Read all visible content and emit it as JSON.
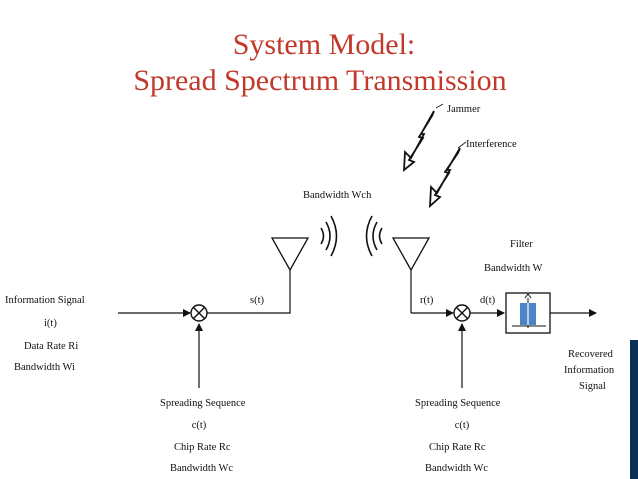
{
  "title_line1": "System Model:",
  "title_line2": "Spread Spectrum Transmission",
  "labels": {
    "jammer": "Jammer",
    "interference": "Interference",
    "bandwidth_wch": "Bandwidth Wch",
    "filter": "Filter",
    "bandwidth_w": "Bandwidth W",
    "info_signal": "Information Signal",
    "i_t": "i(t)",
    "data_rate": "Data Rate Ri",
    "bandwidth_wi": "Bandwidth Wi",
    "s_t": "s(t)",
    "r_t": "r(t)",
    "d_t": "d(t)",
    "recovered_1": "Recovered",
    "recovered_2": "Information",
    "recovered_3": "Signal",
    "tx_spread_seq": "Spreading Sequence",
    "tx_c_t": "c(t)",
    "tx_chip_rate": "Chip Rate Rc",
    "tx_bandwidth_wc": "Bandwidth Wc",
    "rx_spread_seq": "Spreading Sequence",
    "rx_c_t": "c(t)",
    "rx_chip_rate": "Chip Rate Rc",
    "rx_bandwidth_wc": "Bandwidth Wc"
  },
  "colors": {
    "title": "#c0392b",
    "band": "#1b63a6"
  }
}
